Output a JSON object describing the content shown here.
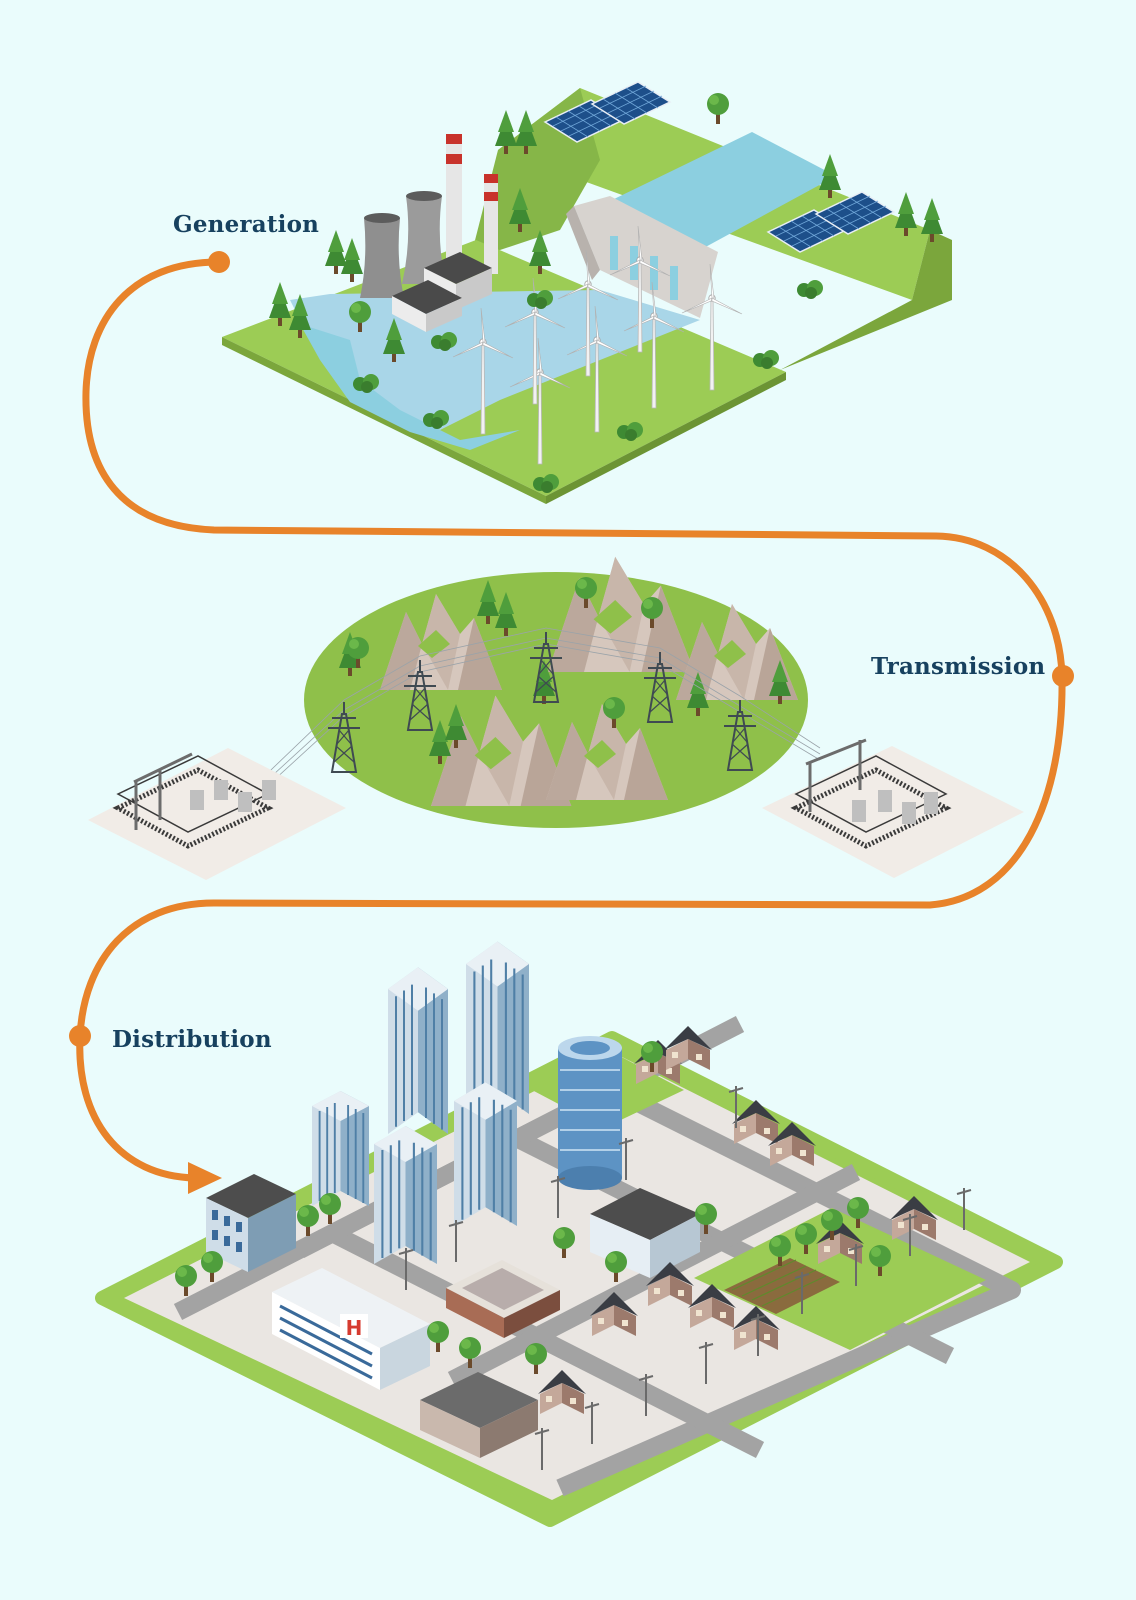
{
  "stages": [
    {
      "id": "generation",
      "label": "Generation"
    },
    {
      "id": "transmission",
      "label": "Transmission"
    },
    {
      "id": "distribution",
      "label": "Distribution"
    }
  ],
  "colors": {
    "background": "#eafcfc",
    "path": "#e8832a",
    "label": "#17415f",
    "grass": "#8fc04a",
    "water": "#8ccfe0",
    "rock": "#c9b8ad",
    "road": "#a3a3a3",
    "glass": "#4f7fa6"
  },
  "hospital": {
    "sign": "H"
  },
  "icons": [
    "power-plant-icon",
    "wind-turbine-icon",
    "solar-panel-icon",
    "dam-icon",
    "power-pylon-icon",
    "substation-icon",
    "tree-icon",
    "building-icon",
    "hospital-icon"
  ]
}
